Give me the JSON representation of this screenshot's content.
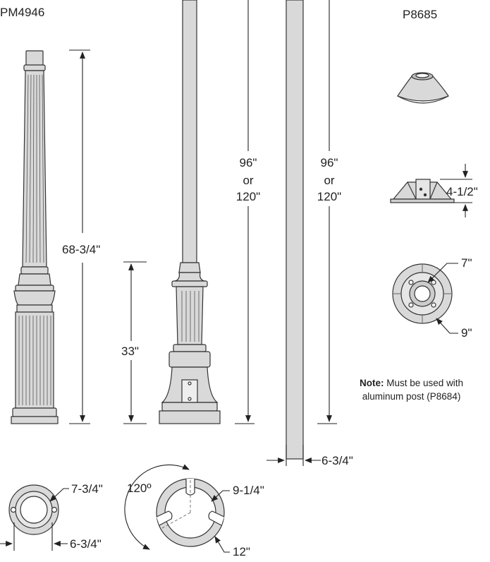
{
  "labels": {
    "pm4946": "PM4946",
    "p8685": "P8685",
    "h68": "68-3/4\"",
    "h33": "33\"",
    "h96a": "96\"",
    "or_a": "or",
    "h120a": "120\"",
    "h96b": "96\"",
    "or_b": "or",
    "h120b": "120\"",
    "w634a": "6-3/4\"",
    "w412": "4-1/2\"",
    "d7": "7\"",
    "d9": "9\"",
    "base734": "7-3/4\"",
    "base634": "6-3/4\"",
    "angle120": "120º",
    "d914": "9-1/4\"",
    "d12": "12\"",
    "note_bold": "Note:",
    "note_line1": "Must be used with",
    "note_line2": "aluminum post (P8684)"
  },
  "colors": {
    "fill": "#d9d9d9",
    "fill_light": "#e6e6e6",
    "stroke": "#333333"
  }
}
